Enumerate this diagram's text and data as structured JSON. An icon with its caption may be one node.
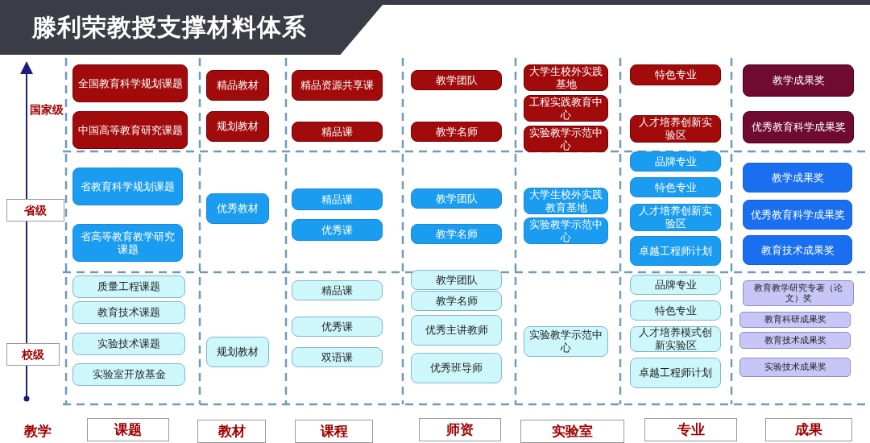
{
  "diagram": {
    "title": "滕利荣教授支撑材料体系",
    "nodes": [
      {
        "text": [
          "全国教育科学规划课题"
        ]
      },
      {
        "text": [
          "中国高等教育研究课题"
        ]
      },
      {
        "text": [
          "精品教材"
        ]
      },
      {
        "text": [
          "规划教材"
        ]
      },
      {
        "text": [
          "精品资源共享课"
        ]
      },
      {
        "text": [
          "精品课"
        ]
      },
      {
        "text": [
          "教学团队"
        ]
      },
      {
        "text": [
          "教学名师"
        ]
      },
      {
        "text": [
          "大学生校外实践基地"
        ]
      },
      {
        "text": [
          "工程实践教育中心"
        ]
      },
      {
        "text": [
          "实验教学示范中心"
        ]
      },
      {
        "text": [
          "特色专业"
        ]
      },
      {
        "text": [
          "人才培养创新实验区"
        ]
      },
      {
        "text": [
          "教学成果奖"
        ]
      },
      {
        "text": [
          "优秀教育科学成果奖"
        ]
      },
      {
        "text": [
          "省教育科学规划课题"
        ]
      },
      {
        "text": [
          "省高等教育教学研究课题"
        ]
      },
      {
        "text": [
          "优秀教材"
        ]
      },
      {
        "text": [
          "精品课"
        ]
      },
      {
        "text": [
          "优秀课"
        ]
      },
      {
        "text": [
          "教学团队"
        ]
      },
      {
        "text": [
          "教学名师"
        ]
      },
      {
        "text": [
          "大学生校外实践教育基地"
        ]
      },
      {
        "text": [
          "实验教学示范中心"
        ]
      },
      {
        "text": [
          "品牌专业"
        ]
      },
      {
        "text": [
          "特色专业"
        ]
      },
      {
        "text": [
          "人才培养创新实验区"
        ]
      },
      {
        "text": [
          "卓越工程师计划"
        ]
      },
      {
        "text": [
          "教学成果奖"
        ]
      },
      {
        "text": [
          "优秀教育科学成果奖"
        ]
      },
      {
        "text": [
          "教育技术成果奖"
        ]
      },
      {
        "text": [
          "质量工程课题"
        ]
      },
      {
        "text": [
          "教育技术课题"
        ]
      },
      {
        "text": [
          "实验技术课题"
        ]
      },
      {
        "text": [
          "实验室开放基金"
        ]
      },
      {
        "text": [
          "规划教材"
        ]
      },
      {
        "text": [
          "精品课"
        ]
      },
      {
        "text": [
          "优秀课"
        ]
      },
      {
        "text": [
          "双语课"
        ]
      },
      {
        "text": [
          "教学团队"
        ]
      },
      {
        "text": [
          "教学名师"
        ]
      },
      {
        "text": [
          "优秀主讲教师"
        ]
      },
      {
        "text": [
          "优秀班导师"
        ]
      },
      {
        "text": [
          "实验教学示范中心"
        ]
      },
      {
        "text": [
          "品牌专业"
        ]
      },
      {
        "text": [
          "特色专业"
        ]
      },
      {
        "text": [
          "人才培养模式创新实验区"
        ]
      },
      {
        "text": [
          "卓越工程师计划"
        ]
      },
      {
        "text": [
          "教育教学研究专著（论文）奖"
        ]
      },
      {
        "text": [
          "教育科研成果奖"
        ]
      },
      {
        "text": [
          "教育技术成果奖"
        ]
      },
      {
        "text": [
          "实验技术成果奖"
        ]
      },
      {
        "text": [
          "省级"
        ]
      },
      {
        "text": [
          "校级"
        ]
      },
      {
        "text": [
          "课题"
        ]
      },
      {
        "text": [
          "教材"
        ]
      },
      {
        "text": [
          "课程"
        ]
      },
      {
        "text": [
          "师资"
        ]
      },
      {
        "text": [
          "实验室"
        ]
      },
      {
        "text": [
          "专业"
        ]
      },
      {
        "text": [
          "成果"
        ]
      }
    ],
    "labels": [
      "国家级",
      "教学"
    ]
  }
}
